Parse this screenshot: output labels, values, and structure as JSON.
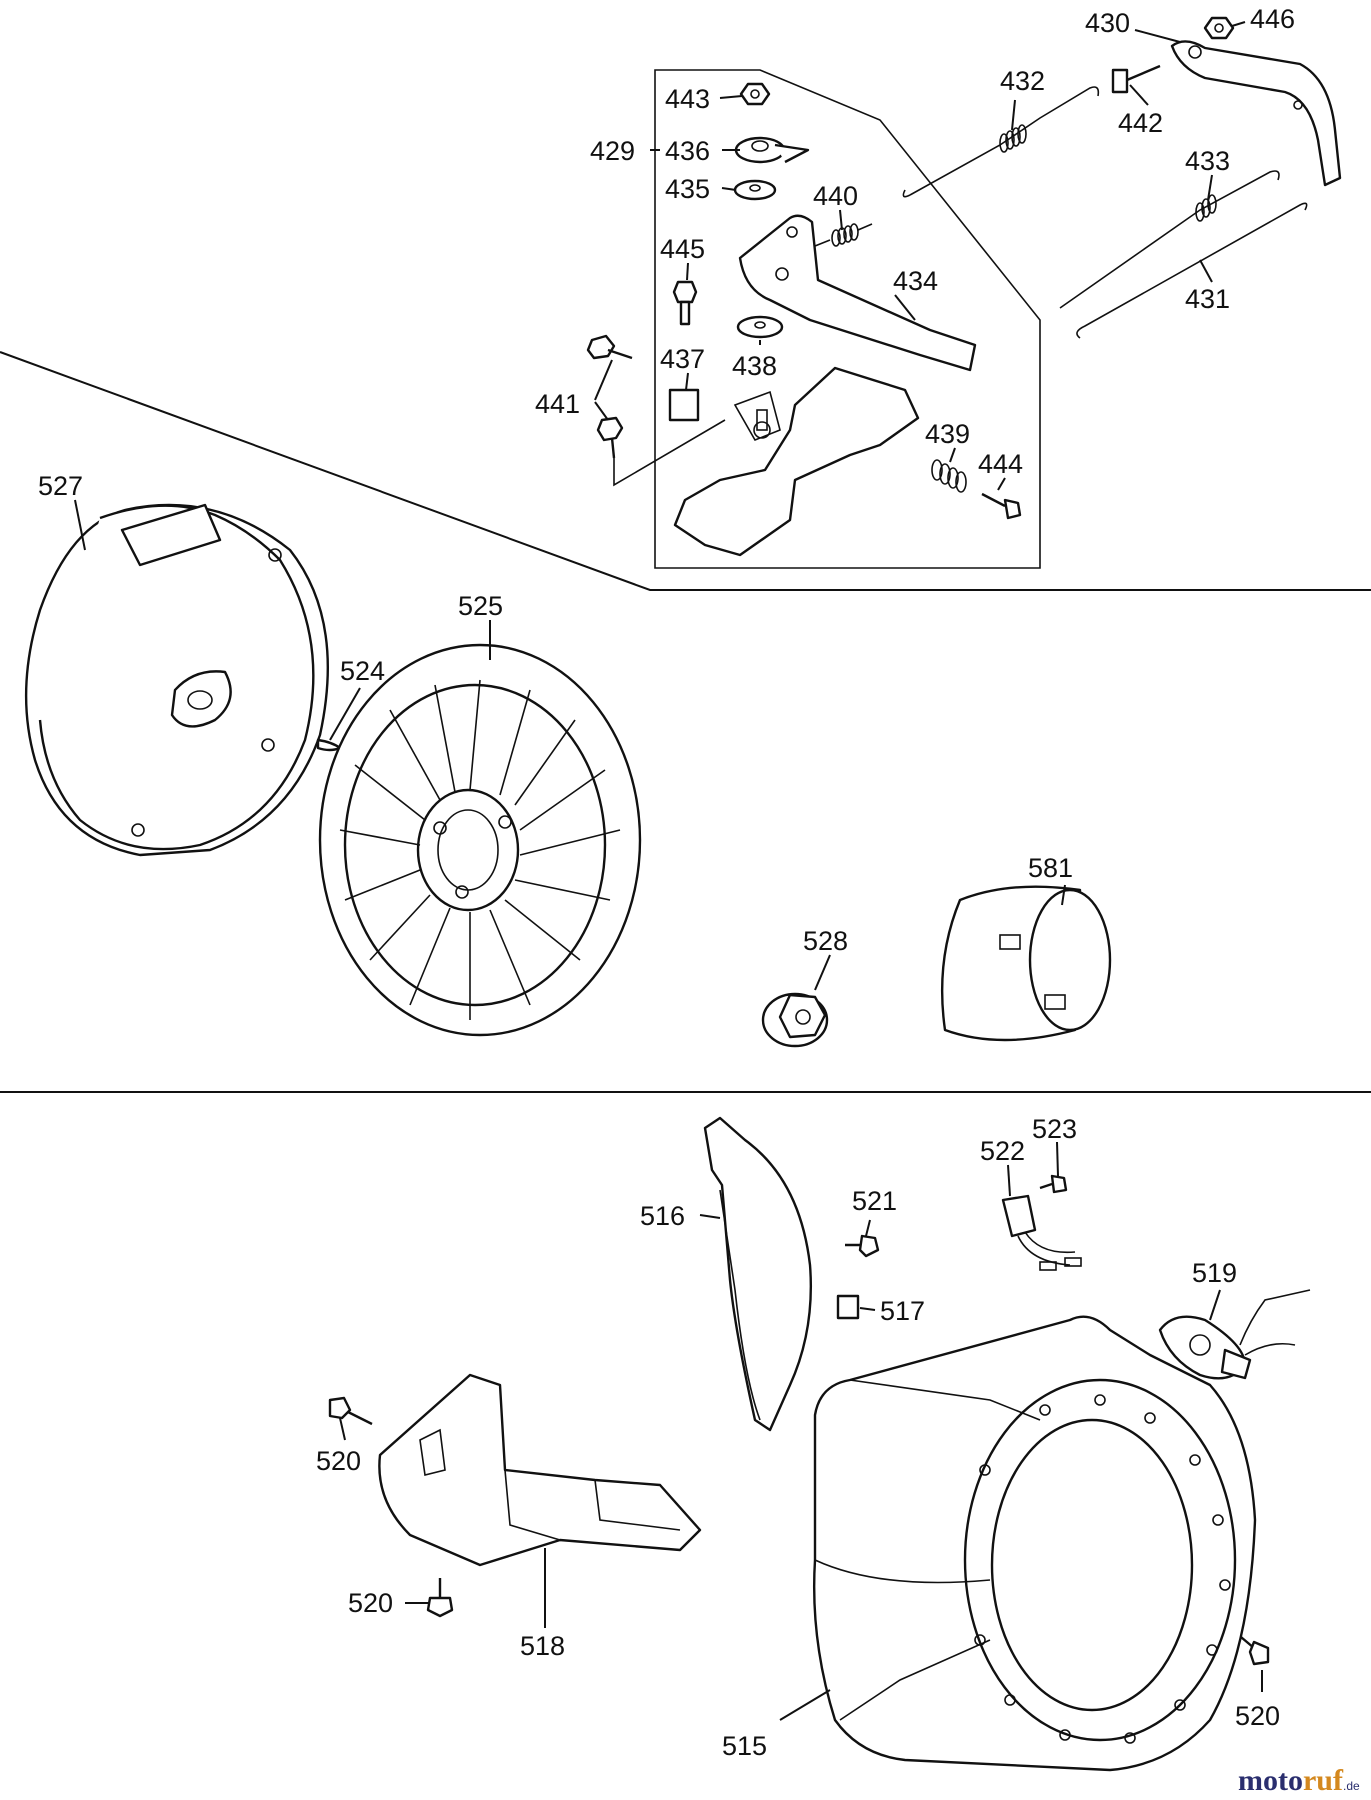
{
  "labels": {
    "p430": "430",
    "p446": "446",
    "p432": "432",
    "p442": "442",
    "p443": "443",
    "p429": "429",
    "p436": "436",
    "p435": "435",
    "p440": "440",
    "p433": "433",
    "p445": "445",
    "p434": "434",
    "p431": "431",
    "p437": "437",
    "p438": "438",
    "p441": "441",
    "p439": "439",
    "p444": "444",
    "p527": "527",
    "p525": "525",
    "p524": "524",
    "p581": "581",
    "p528": "528",
    "p523": "523",
    "p522": "522",
    "p521": "521",
    "p516": "516",
    "p517": "517",
    "p519": "519",
    "p520a": "520",
    "p520b": "520",
    "p518": "518",
    "p515": "515",
    "p520c": "520"
  },
  "watermark": {
    "brand_a": "moto",
    "brand_b": "ruf",
    "suffix": ".de"
  }
}
